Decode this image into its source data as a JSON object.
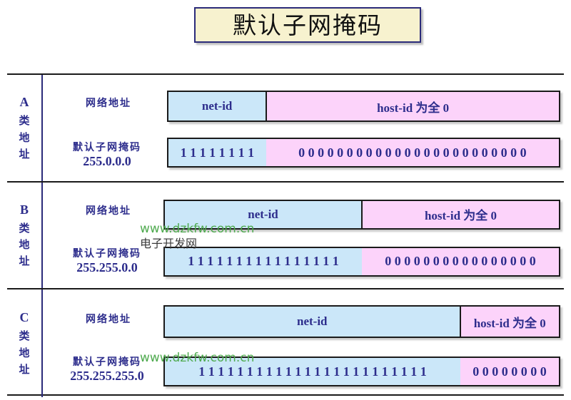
{
  "title": {
    "text": "默认子网掩码",
    "box_bg": "#f7f2cf",
    "border_color": "#2b2b7a"
  },
  "colors": {
    "netid_fill": "#cbe7f9",
    "hostid_fill": "#fcd3fa",
    "text_blue": "#2d2d8c",
    "outline": "#1a1a1a",
    "watermark_green": "#4faa4f"
  },
  "captions": {
    "network_address": "网络地址",
    "default_mask": "默认子网掩码"
  },
  "segment_labels": {
    "net_id": "net-id",
    "host_id_prefix": "host-id ",
    "host_id_cjk": "为全",
    "host_id_suffix": " 0"
  },
  "rows": [
    {
      "class_letter": "A",
      "class_label_cjk": [
        "类",
        "地",
        "址"
      ],
      "mask_value": "255.0.0.0",
      "address_bar": {
        "net_id_label": "net-id",
        "host_id_label": "host-id 为全 0",
        "net_id_pct": 25,
        "host_id_pct": 75
      },
      "mask_bar": {
        "ones": "1 1 1 1 1 1 1 1",
        "zeros": "0 0 0 0 0 0 0 0 0 0 0 0 0 0 0 0 0 0 0 0 0 0 0 0",
        "ones_count": 8,
        "zeros_count": 24,
        "ones_pct": 25,
        "zeros_pct": 75
      }
    },
    {
      "class_letter": "B",
      "class_label_cjk": [
        "类",
        "地",
        "址"
      ],
      "mask_value": "255.255.0.0",
      "address_bar": {
        "net_id_label": "net-id",
        "host_id_label": "host-id 为全 0",
        "net_id_pct": 50,
        "host_id_pct": 50
      },
      "mask_bar": {
        "ones": "1 1 1 1 1 1 1 1 1 1 1 1 1 1 1 1",
        "zeros": "0 0 0 0 0 0 0 0 0 0 0 0 0 0 0 0",
        "ones_count": 16,
        "zeros_count": 16,
        "ones_pct": 50,
        "zeros_pct": 50
      }
    },
    {
      "class_letter": "C",
      "class_label_cjk": [
        "类",
        "地",
        "址"
      ],
      "mask_value": "255.255.255.0",
      "address_bar": {
        "net_id_label": "net-id",
        "host_id_label": "host-id 为全 0",
        "net_id_pct": 75,
        "host_id_pct": 25
      },
      "mask_bar": {
        "ones": "1 1 1 1 1 1 1 1 1 1 1 1 1 1 1 1 1 1 1 1 1 1 1 1",
        "zeros": "0 0 0 0 0 0 0 0",
        "ones_count": 24,
        "zeros_count": 8,
        "ones_pct": 75,
        "zeros_pct": 25
      }
    }
  ],
  "watermarks": [
    {
      "url": "www.dzkfw.com.cn",
      "name": "电子开发网"
    },
    {
      "url": "www.dzkfw.com.cn",
      "name": ""
    }
  ]
}
